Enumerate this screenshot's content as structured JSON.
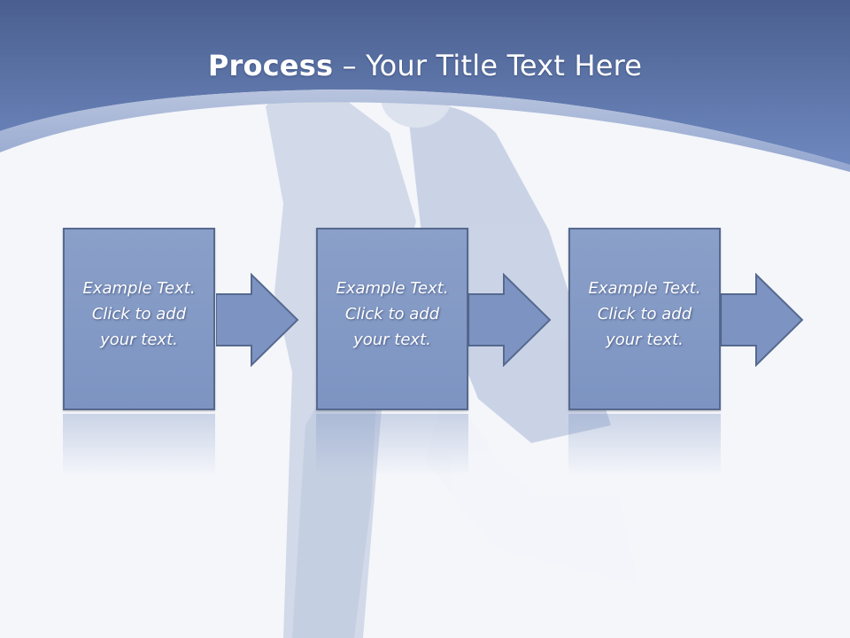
{
  "slide": {
    "title_bold": "Process",
    "title_rest": " – Your Title Text Here"
  },
  "process": {
    "steps": [
      {
        "text": "Example Text.\nClick  to add\nyour text."
      },
      {
        "text": "Example Text.\nClick  to add\nyour text."
      },
      {
        "text": "Example Text.\nClick  to add\nyour text."
      }
    ]
  },
  "colors": {
    "header_dark": "#4a5f8f",
    "header_light": "#6e88bf",
    "box_fill": "#7d94c2",
    "box_border": "#56698f"
  }
}
